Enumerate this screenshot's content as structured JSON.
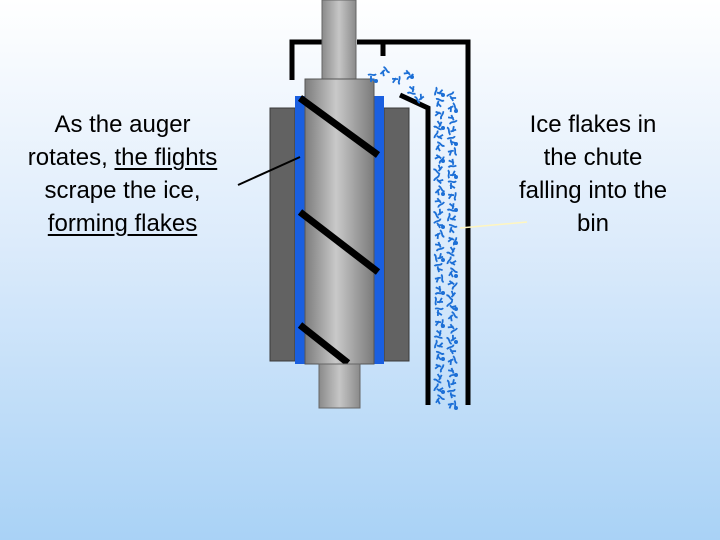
{
  "left_caption": {
    "line1": "As the auger",
    "line2_prefix": "rotates, ",
    "line2_underlined": "the flights",
    "line3": "scrape the ice,",
    "line4_underlined": "forming flakes"
  },
  "right_caption": {
    "line1": "Ice flakes in",
    "line2": "the chute",
    "line3": "falling into the",
    "line4": "bin"
  },
  "colors": {
    "background_top": "#ffffff",
    "background_bottom": "#a9d2f6",
    "ice_blue": "#1a5fe0",
    "flake_blue": "#1c6fd6",
    "steel_gray": "#a4a4a4",
    "dark_gray": "#606060",
    "frame_black": "#000000"
  },
  "icons": {
    "flake": "ice-flake-icon",
    "auger": "auger-shaft-icon"
  }
}
